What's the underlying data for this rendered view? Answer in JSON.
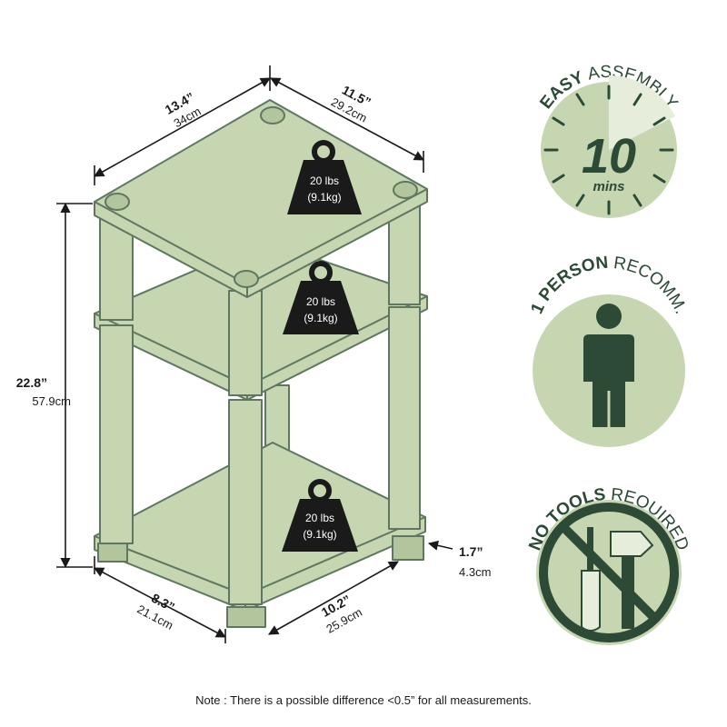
{
  "colors": {
    "shelf": "#c5d6b1",
    "outline": "#5f7760",
    "badge_fill": "#c5d6b1",
    "badge_light": "#e6eedb",
    "badge_dark": "#2c4a36",
    "text": "#1a1a1a"
  },
  "dimensions": {
    "depth_top": {
      "imperial": "13.4”",
      "metric": "34cm"
    },
    "width_top": {
      "imperial": "11.5”",
      "metric": "29.2cm"
    },
    "height": {
      "imperial": "22.8”",
      "metric": "57.9cm"
    },
    "foot": {
      "imperial": "1.7”",
      "metric": "4.3cm"
    },
    "depth_bottom": {
      "imperial": "8.3”",
      "metric": "21.1cm"
    },
    "width_bottom": {
      "imperial": "10.2”",
      "metric": "25.9cm"
    }
  },
  "weights": [
    {
      "lbs": "20 lbs",
      "kg": "(9.1kg)"
    },
    {
      "lbs": "20 lbs",
      "kg": "(9.1kg)"
    },
    {
      "lbs": "20 lbs",
      "kg": "(9.1kg)"
    }
  ],
  "badges": {
    "assembly": {
      "bold": "EASY",
      "light": "ASSEMBLY",
      "number": "10",
      "unit": "mins",
      "icon": "timer-icon"
    },
    "person": {
      "bold": "1 PERSON",
      "light": "RECOMM.",
      "icon": "person-icon"
    },
    "tools": {
      "bold": "NO TOOLS",
      "light": "REQUIRED",
      "icon": "no-tools-icon"
    }
  },
  "note": "Note : There is a possible difference <0.5” for all measurements."
}
